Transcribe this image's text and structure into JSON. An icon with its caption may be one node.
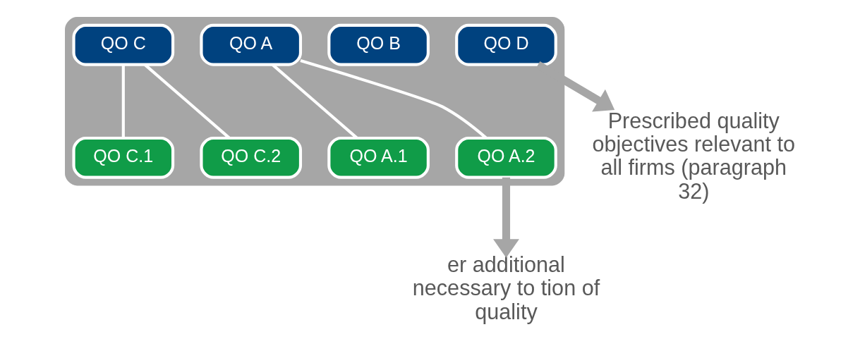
{
  "diagram": {
    "nodes": [
      {
        "text": [],
        "shape": "box"
      },
      {
        "text": [
          "QO A"
        ],
        "in": 0
      },
      {
        "text": [
          "QO B"
        ],
        "in": 0
      },
      {
        "text": [
          "QO C"
        ],
        "in": 0
      },
      {
        "text": [
          "QO D"
        ],
        "in": 0
      },
      {
        "text": [
          "QO A.1"
        ],
        "in": 0
      },
      {
        "text": [
          "QO A.2"
        ],
        "in": 0
      },
      {
        "text": [
          "QO C.1"
        ],
        "in": 0
      },
      {
        "text": [
          "QO C.2"
        ],
        "in": 0
      },
      {
        "text": [
          "er additional necessary to tion of quality"
        ]
      },
      {
        "text": [
          "Prescribed quality objectives relevant to all firms (paragraph 32)"
        ]
      }
    ],
    "edges": [
      {
        "from": 1,
        "to": 5,
        "arrow": "none"
      },
      {
        "from": 1,
        "to": 6,
        "arrow": "none"
      },
      {
        "from": 3,
        "to": 7,
        "arrow": "none"
      },
      {
        "from": 3,
        "to": 8,
        "arrow": "none"
      },
      {
        "from": 6,
        "to": 9,
        "arrow": "to",
        "style": "thick",
        "color": "#a6a6a6"
      },
      {
        "from": 4,
        "to": 10,
        "arrow": "to",
        "style": "thick",
        "color": "#a6a6a6"
      }
    ]
  }
}
